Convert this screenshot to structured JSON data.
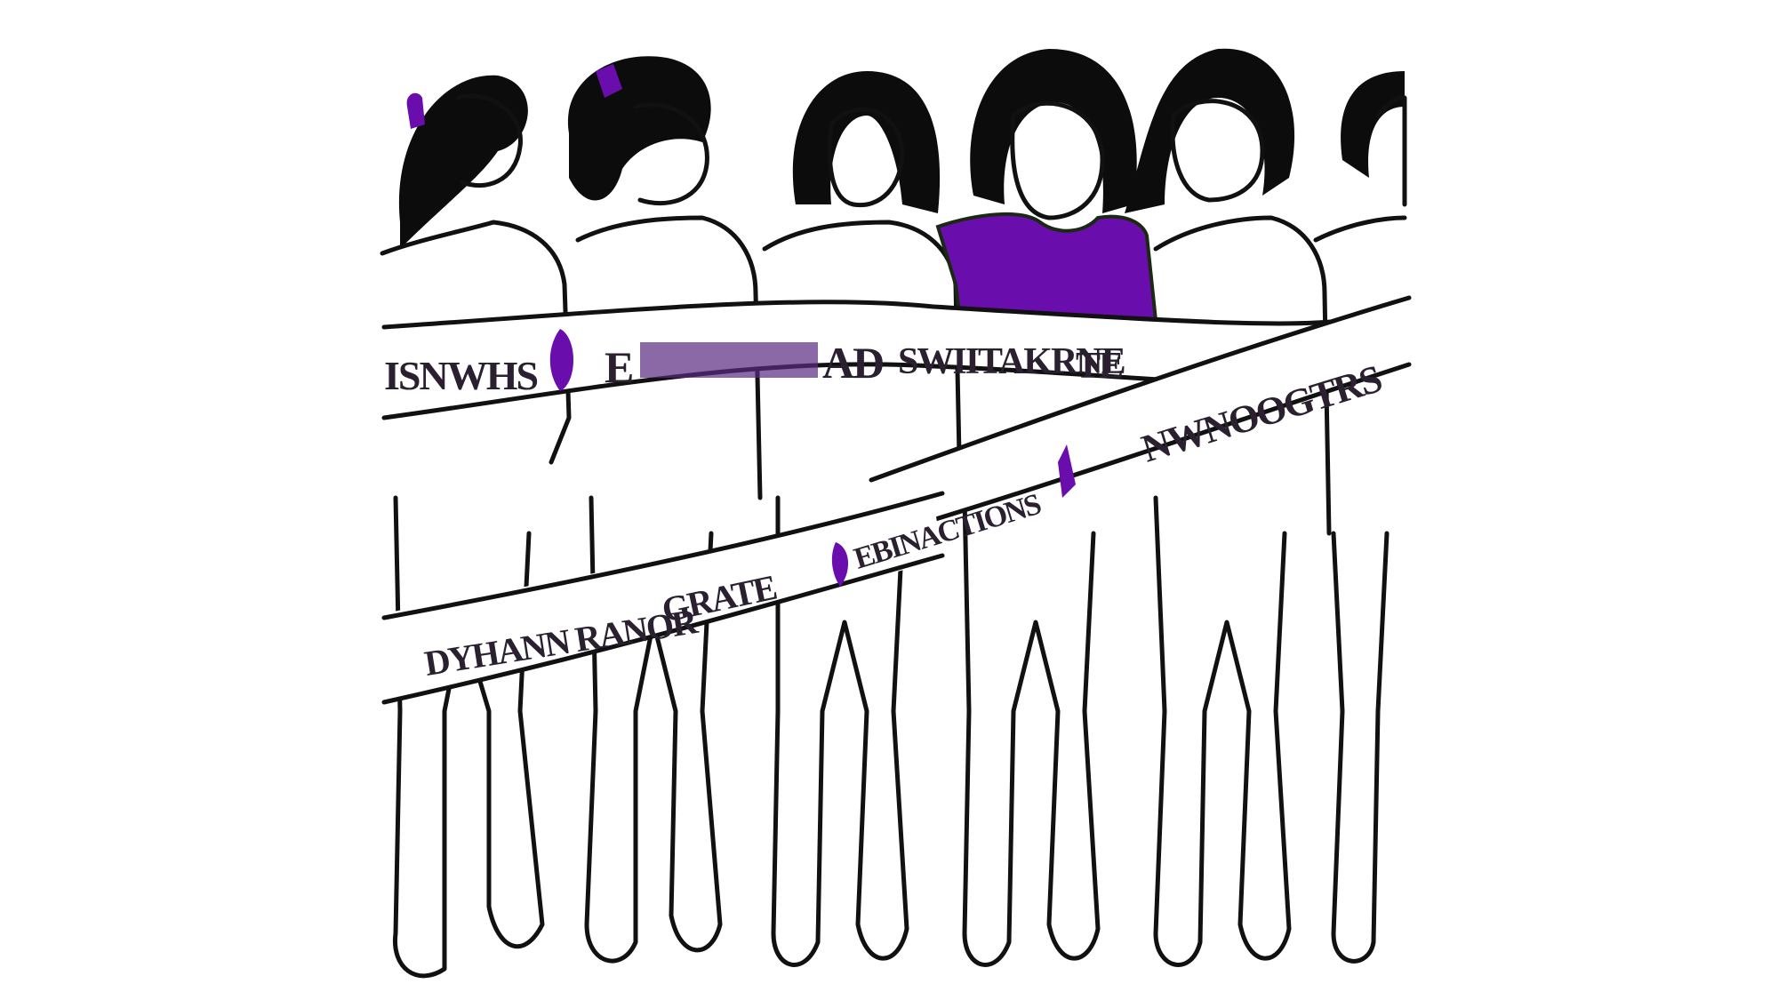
{
  "illustration": {
    "description": "Hand-drawn sketch of six women standing in a row behind crossing ribbon banners; one woman wears a purple shirt",
    "figure_count": 6,
    "colors": {
      "background": "#ffffff",
      "ink": "#111111",
      "hair": "#0c0c0c",
      "accent_purple": "#6a0dad"
    },
    "banners": {
      "top_banner": {
        "segments": [
          "ISNWHS",
          "E",
          "AD",
          "SWIITAKRNE",
          "TE"
        ]
      },
      "upper_diagonal_banner": {
        "segments": [
          "NWNOOGTRS"
        ]
      },
      "lower_diagonal_banner": {
        "segments": [
          "DYHANN RANOR",
          "GRATE",
          "EBINACTIONS"
        ]
      }
    }
  }
}
